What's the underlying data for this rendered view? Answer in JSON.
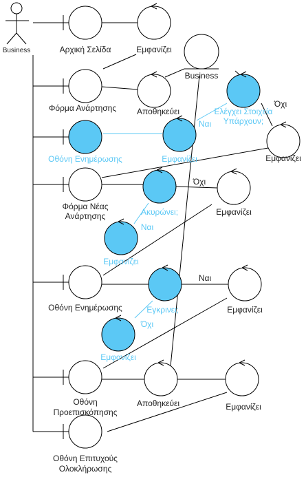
{
  "colors": {
    "default_fill": "#ffffff",
    "highlight_fill": "#5bc8f5",
    "highlight_text": "#5bc8f5",
    "stroke": "#000000",
    "text": "#222222"
  },
  "actor": {
    "label": "Business"
  },
  "boundaries": [
    {
      "id": "b1",
      "label": [
        "Αρχική Σελίδα"
      ]
    },
    {
      "id": "b2",
      "label": [
        "Φόρμα Ανάρτησης"
      ]
    },
    {
      "id": "b3",
      "label": [
        "Οθόνη Ενημέρωσης"
      ],
      "highlight": true
    },
    {
      "id": "b4",
      "label": [
        "Φόρμα Νέας",
        "Ανάρτησης"
      ]
    },
    {
      "id": "b5",
      "label": [
        "Οθόνη Ενημέρωσης"
      ]
    },
    {
      "id": "b6",
      "label": [
        "Οθόνη",
        "Προεπισκόπησης"
      ]
    },
    {
      "id": "b7",
      "label": [
        "Οθόνη Επιτυχούς",
        "Ολοκλήρωσης"
      ]
    }
  ],
  "controls": [
    {
      "id": "c1",
      "label": [
        "Εμφανίζει"
      ]
    },
    {
      "id": "c2",
      "label": [
        "Αποθηκεύει"
      ]
    },
    {
      "id": "c3",
      "label": [
        "Ελέγχει Στοιχεία",
        "Υπάρχουν;"
      ],
      "highlight": true
    },
    {
      "id": "c4",
      "label": [
        "Εμφανίζει"
      ],
      "highlight": true
    },
    {
      "id": "c5",
      "label": [
        "Εμφανίζει"
      ]
    },
    {
      "id": "c6",
      "label": [
        "Ακυρώνει;"
      ],
      "highlight": true
    },
    {
      "id": "c7",
      "label": [
        "Εμφανίζει"
      ]
    },
    {
      "id": "c8",
      "label": [
        "Εμφανίζει"
      ],
      "highlight": true
    },
    {
      "id": "c9",
      "label": [
        "Έγκρινει;"
      ],
      "highlight": true
    },
    {
      "id": "c10",
      "label": [
        "Εμφανίζει"
      ]
    },
    {
      "id": "c11",
      "label": [
        "Εμφανίζει"
      ],
      "highlight": true
    },
    {
      "id": "c12",
      "label": [
        "Αποθηκεύει"
      ]
    },
    {
      "id": "c13",
      "label": [
        "Εμφανίζει"
      ]
    }
  ],
  "entities": [
    {
      "id": "e1",
      "label": [
        "Business"
      ]
    }
  ],
  "edge_labels": {
    "c3_no": "Όχι",
    "c3_yes": "Ναι",
    "c6_no": "Όχι",
    "c6_yes": "Ναι",
    "c9_yes": "Ναι",
    "c9_no": "Όχι"
  }
}
